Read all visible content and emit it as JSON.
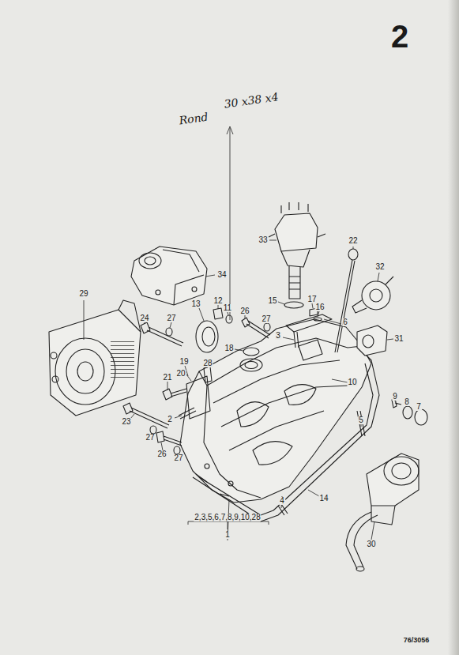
{
  "diagram": {
    "labels": [
      "2",
      "Rond",
      "30 x38 x4",
      "33",
      "22",
      "32",
      "34",
      "29",
      "15",
      "17",
      "16",
      "12",
      "13",
      "11",
      "26",
      "27",
      "24",
      "27",
      "6",
      "3",
      "31",
      "18",
      "19",
      "28",
      "20",
      "21",
      "10",
      "9",
      "8",
      "7",
      "2",
      "23",
      "5",
      "27",
      "26",
      "27",
      "4",
      "14",
      "2,3,5,6,7,8,9,10,28",
      "1",
      "30",
      "76/3056"
    ]
  }
}
